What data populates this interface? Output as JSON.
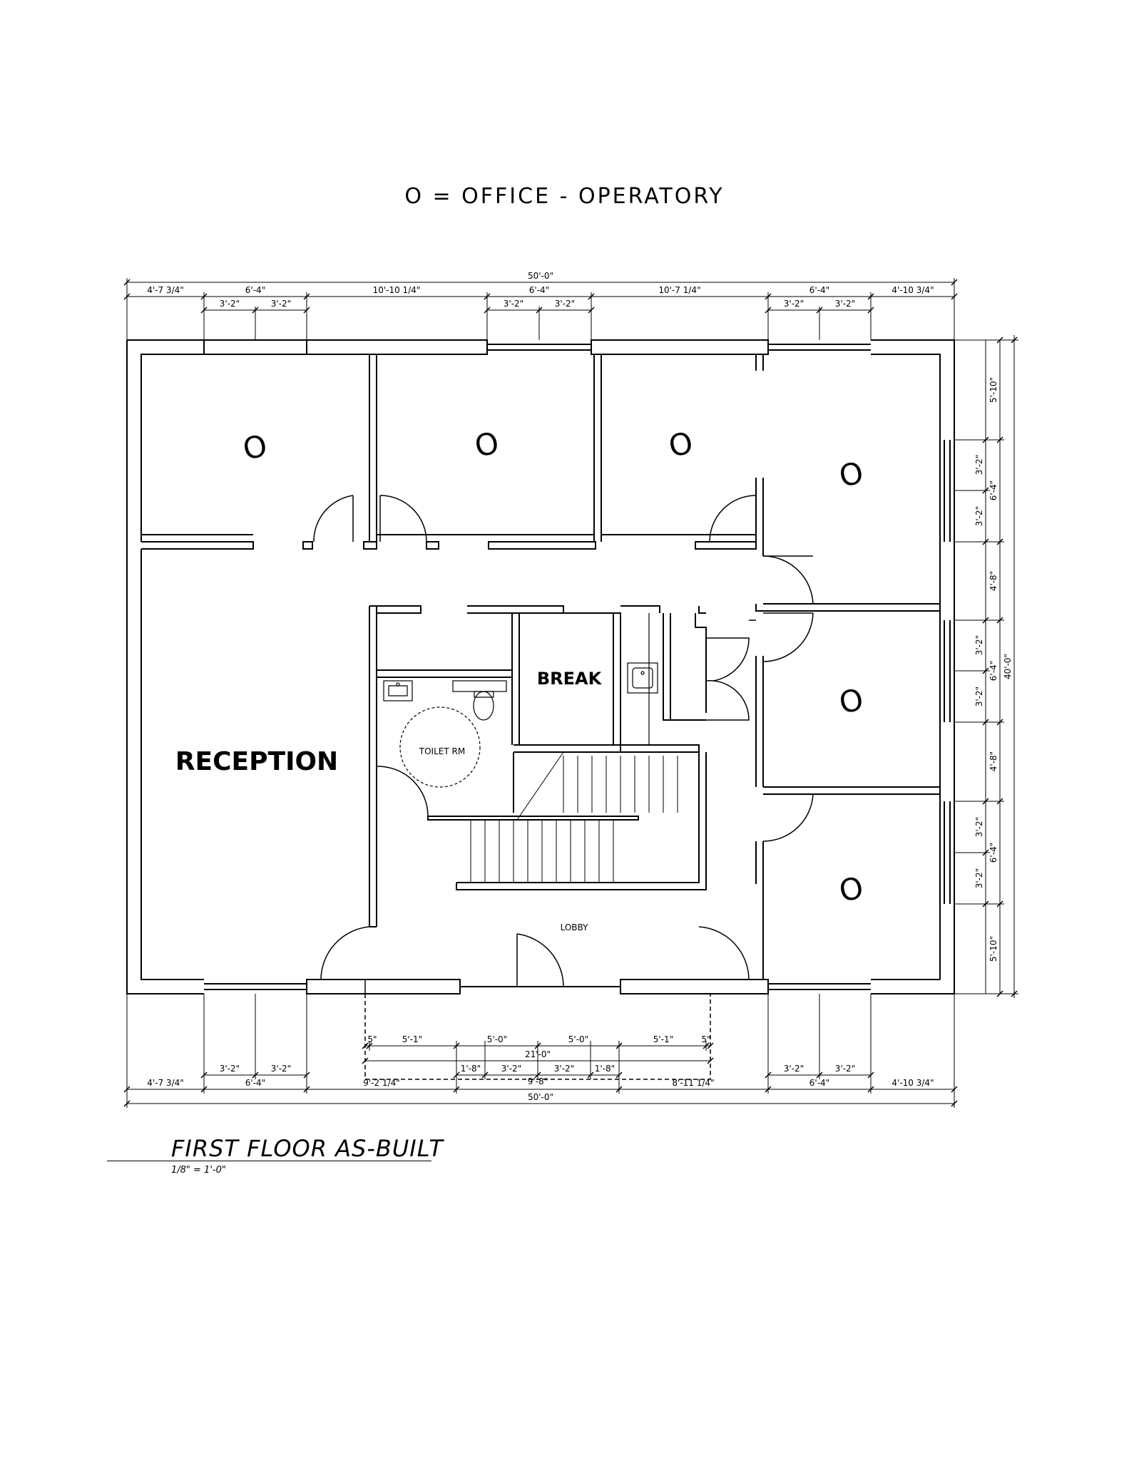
{
  "legend": "O = OFFICE - OPERATORY",
  "rooms": {
    "office_mark": "O",
    "reception": "RECEPTION",
    "break": "BREAK",
    "toilet": "TOILET RM",
    "lobby": "LOBBY"
  },
  "dims_top": {
    "overall": "50'-0\"",
    "seg1": "4'-7 3/4\"",
    "seg2": "6'-4\"",
    "seg3": "10'-10 1/4\"",
    "seg4": "6'-4\"",
    "seg5": "10'-7 1/4\"",
    "seg6": "6'-4\"",
    "seg7": "4'-10 3/4\"",
    "sub": "3'-2\""
  },
  "dims_right": {
    "overall": "40'-0\"",
    "a": "5'-10\"",
    "b": "3'-2\"",
    "c": "6'-4\"",
    "d": "4'-8\""
  },
  "dims_bottom": {
    "overall": "50'-0\"",
    "seg1": "4'-7 3/4\"",
    "seg2": "6'-4\"",
    "seg3": "9'-2 1/4\"",
    "seg5": "8'-11 1/4\"",
    "seg6": "6'-4\"",
    "seg7": "4'-10 3/4\"",
    "sub": "3'-2\"",
    "porch": "21'-0\"",
    "p51": "5'-1\"",
    "p50": "5'-0\"",
    "p5": "5\"",
    "p18": "1'-8\"",
    "p98": "9'-8\""
  },
  "title_block": {
    "title": "FIRST FLOOR AS-BUILT",
    "scale": "1/8\" = 1'-0\""
  }
}
